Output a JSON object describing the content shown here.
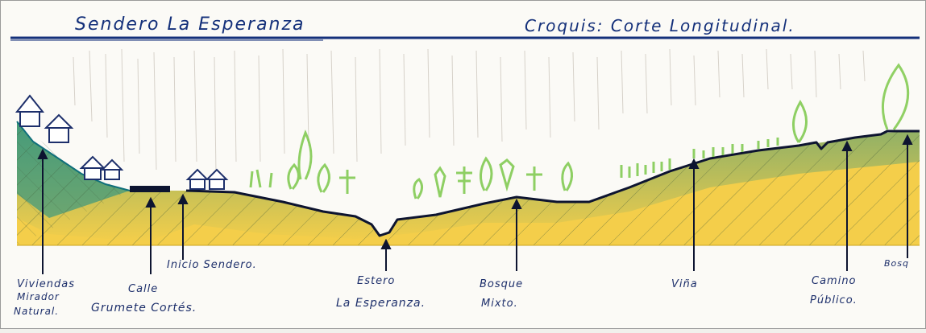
{
  "header": {
    "title": "Sendero La Esperanza",
    "subtitle": "Croquis: Corte Longitudinal."
  },
  "labels": {
    "viviendas_1": "Viviendas",
    "viviendas_2": "Mirador",
    "viviendas_3": "Natural.",
    "calle_1": "Calle",
    "calle_2": "Grumete Cortés.",
    "inicio": "Inicio Sendero.",
    "estero_1": "Estero",
    "estero_2": "La Esperanza.",
    "bosque_mixto_1": "Bosque",
    "bosque_mixto_2": "Mixto.",
    "vina": "Viña",
    "camino_1": "Camino",
    "camino_2": "Público.",
    "bosque_edge": "Bosq"
  },
  "colors": {
    "ink": "#1d2f6b",
    "ground_yellow": "#f2c21a",
    "teal": "#0f8a8a",
    "green": "#7cc84a",
    "title_blue": "#14307a"
  }
}
